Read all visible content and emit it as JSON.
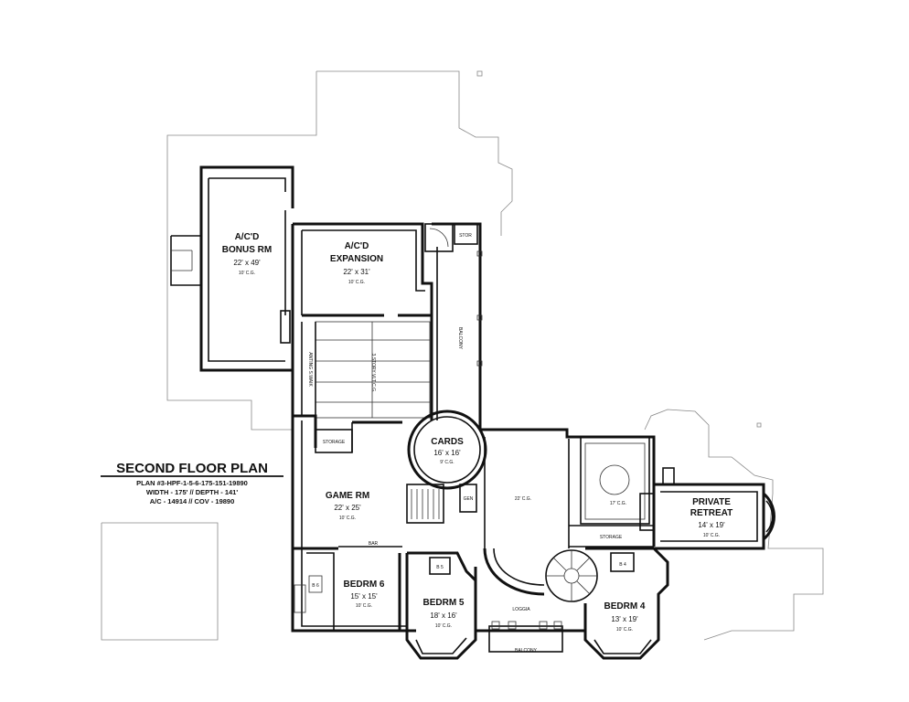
{
  "title": "SECOND FLOOR PLAN",
  "plan_info": [
    "PLAN #3-HPF-1-5-6-175-151-19890",
    "WIDTH - 175' // DEPTH - 141'",
    "A/C - 14914 // COV - 19890"
  ],
  "rooms": {
    "bonus": {
      "name1": "A/C'D",
      "name2": "BONUS RM",
      "dims": "22' x 49'",
      "ceiling": "10' C.G."
    },
    "expansion": {
      "name1": "A/C'D",
      "name2": "EXPANSION",
      "dims": "22' x 31'",
      "ceiling": "10' C.G."
    },
    "cards": {
      "name": "CARDS",
      "dims": "16' x 16'",
      "ceiling": "9' C.G."
    },
    "game": {
      "name": "GAME RM",
      "dims": "22' x 25'",
      "ceiling": "10' C.G."
    },
    "bedrm6": {
      "name": "BEDRM 6",
      "dims": "15' x 15'",
      "ceiling": "10' C.G."
    },
    "bedrm5": {
      "name": "BEDRM 5",
      "dims": "18' x 16'",
      "ceiling": "10' C.G."
    },
    "bedrm4": {
      "name": "BEDRM 4",
      "dims": "13' x 19'",
      "ceiling": "10' C.G."
    },
    "retreat": {
      "name1": "PRIVATE",
      "name2": "RETREAT",
      "dims": "14' x 19'",
      "ceiling": "10' C.G."
    }
  },
  "labels": {
    "storage1": "STORAGE",
    "storage2": "STORAGE",
    "stor": "STOR",
    "balcony_upper": "BALCONY",
    "balcony_lower": "BALCONY",
    "vault": "3 STORY VLT C.G.",
    "walkway": "ANTING S.WAIK",
    "bar": "BAR",
    "b5": "B 5",
    "b4": "B 4",
    "b6": "B 6",
    "loggia": "LOGGIA",
    "cg22": "22' C.G.",
    "cg17": "17' C.G.",
    "gen": "GEN"
  }
}
